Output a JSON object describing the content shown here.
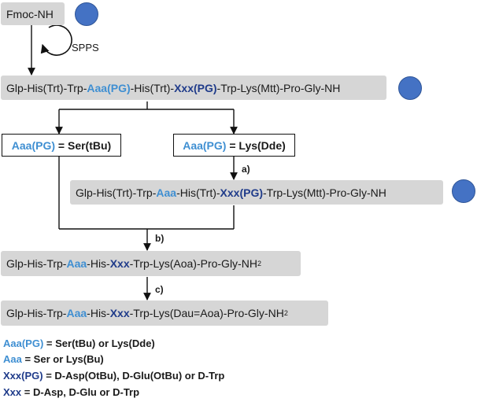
{
  "start": {
    "label": "Fmoc-NH"
  },
  "spps_label": "SPPS",
  "seq1": {
    "a": "Glp-His(Trt)-Trp-",
    "aaa": "Aaa(PG)",
    "b": "-His(Trt)-",
    "xxx": "Xxx(PG)",
    "c": "-Trp-Lys(Mtt)-Pro-Gly-NH"
  },
  "branch_left": {
    "var": "Aaa(PG)",
    "eq": " = ",
    "val": "Ser(tBu)"
  },
  "branch_right": {
    "var": "Aaa(PG)",
    "eq": " = ",
    "val": "Lys(Dde)"
  },
  "seq2": {
    "a": "Glp-His(Trt)-Trp-",
    "aaa": "Aaa",
    "b": "-His(Trt)-",
    "xxx": "Xxx(PG)",
    "c": "-Trp-Lys(Mtt)-Pro-Gly-NH"
  },
  "seq3": {
    "a": "Glp-His-Trp-",
    "aaa": "Aaa",
    "b": "-His-",
    "xxx": "Xxx",
    "c": "-Trp-Lys(Aoa)-Pro-Gly-NH",
    "sub": "2"
  },
  "seq4": {
    "a": "Glp-His-Trp-",
    "aaa": "Aaa",
    "b": "-His-",
    "xxx": "Xxx",
    "c": "-Trp-Lys(Dau=Aoa)-Pro-Gly-NH",
    "sub": "2"
  },
  "steps": {
    "a": "a)",
    "b": "b)",
    "c": "c)"
  },
  "legend": [
    {
      "key": "Aaa(PG)",
      "text": " = Ser(tBu) or Lys(Dde)"
    },
    {
      "key": "Aaa",
      "text": " = Ser or Lys(Bu)"
    },
    {
      "key": "Xxx(PG)",
      "p1": " = ",
      "d1": "D",
      "p2": "-Asp(OtBu), ",
      "d2": "D",
      "p3": "-Glu(OtBu) or ",
      "d3": "D",
      "p4": "-Trp"
    },
    {
      "key": "Xxx",
      "p1": " = ",
      "d1": "D",
      "p2": "-Asp, ",
      "d2": "D",
      "p3": "-Glu or ",
      "d3": "D",
      "p4": "-Trp"
    }
  ],
  "colors": {
    "light_blue": "#3f8fd2",
    "dark_blue": "#1f3b8a",
    "box_grey": "#d6d6d6",
    "resin_blue": "#4472c4"
  }
}
